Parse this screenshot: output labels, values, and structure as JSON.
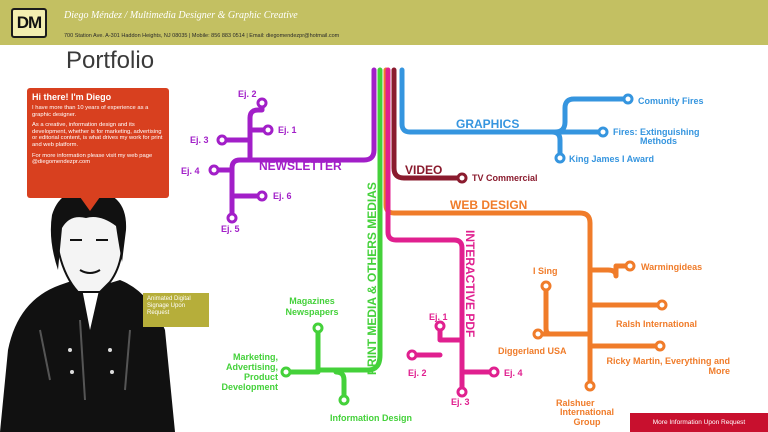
{
  "header": {
    "logo": "DM",
    "name": "Diego Méndez / Multimedia Designer & Graphic Creative",
    "contact": "700 Station Ave. A-301 Haddon Heights, NJ 08035 | Mobile: 856 883 0514 | Email: diegomendezpr@hotmail.com"
  },
  "page_title": "Portfolio",
  "intro": {
    "title": "Hi there! I'm Diego",
    "p1": "I have more than 10 years of experience as a graphic designer.",
    "p2": "As a creative, information design and its development, whether is for marketing, advertising or editorial content, is what drives my work for print and web platform.",
    "p3": "For more information please visit my web page @diegomendezpr.com"
  },
  "animated_note": "Animated Digital Signage Upon Request",
  "more_info": "More Information Upon Request",
  "colors": {
    "newsletter": "#a21fc8",
    "graphics": "#3595df",
    "video": "#8a1b2e",
    "web": "#f07c2a",
    "print": "#44d13a",
    "interactive": "#e0208f"
  },
  "branches": {
    "newsletter": {
      "label": "NEWSLETTER",
      "items": [
        "Ej. 1",
        "Ej. 2",
        "Ej. 3",
        "Ej. 4",
        "Ej. 5",
        "Ej. 6"
      ]
    },
    "graphics": {
      "label": "GRAPHICS",
      "items": [
        "Comunity Fires",
        "Fires: Extinguishing Methods",
        "King James I Award"
      ]
    },
    "video": {
      "label": "VIDEO",
      "items": [
        "TV Commercial"
      ]
    },
    "web": {
      "label": "WEB DESIGN",
      "items": [
        "I Sing",
        "Warmingideas",
        "Ralsh International",
        "Diggerland USA",
        "Ricky Martin, Everything and More",
        "Ralshuer International Group"
      ]
    },
    "print": {
      "label": "PRINT MEDIA & OTHERS MEDIAS",
      "items": [
        "Magazines Newspapers",
        "Marketing, Advertising, Product Development",
        "Information Design"
      ]
    },
    "interactive": {
      "label": "INTERACTIVE PDF",
      "items": [
        "Ej. 1",
        "Ej. 2",
        "Ej. 3",
        "Ej. 4"
      ]
    }
  }
}
